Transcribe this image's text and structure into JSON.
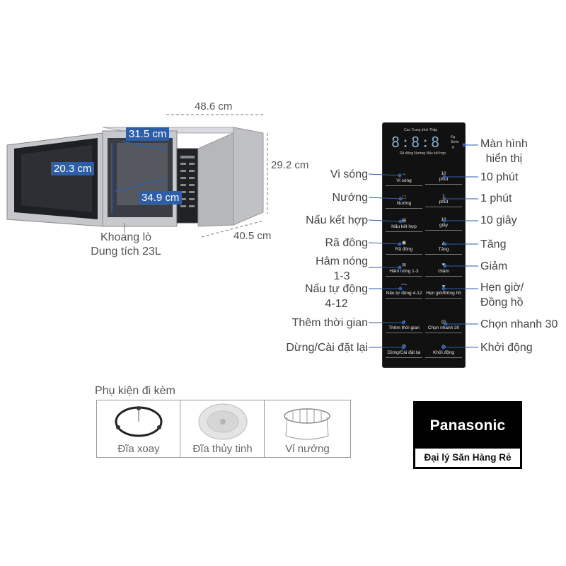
{
  "dimensions": {
    "width": "48.6 cm",
    "height": "29.2 cm",
    "depth": "40.5 cm",
    "cavity_width": "31.5 cm",
    "cavity_height": "20.3 cm",
    "cavity_depth": "34.9 cm",
    "cavity_caption_line1": "Khoang lò",
    "cavity_caption_line2": "Dung tích 23L"
  },
  "panel": {
    "display_text": "8:8:8",
    "display_top_labels": "Cao  Trung bình  Thấp",
    "display_side_label1": "Kg",
    "display_side_label2": "Serie",
    "display_side_label3": "g",
    "display_bottom_labels": "Rã đông  Nướng  Nấu kết hợp",
    "buttons_left": [
      {
        "label": "Vi sóng",
        "icon": "~"
      },
      {
        "label": "Nướng",
        "icon": "□"
      },
      {
        "label": "Nấu kết hợp",
        "icon": "⊞"
      },
      {
        "label": "Rã đông",
        "icon": "✱"
      },
      {
        "label": "Hâm nóng 1-3",
        "icon": "≋"
      },
      {
        "label": "Nấu tự động 4-12",
        "icon": "⌒"
      },
      {
        "label": "Thêm thời gian",
        "icon": "◔"
      },
      {
        "label": "Dừng/Cài đặt lại",
        "icon": "⊘"
      }
    ],
    "buttons_right": [
      {
        "label": "10\nphút",
        "icon": ""
      },
      {
        "label": "1\nphút",
        "icon": ""
      },
      {
        "label": "10\ngiây",
        "icon": ""
      },
      {
        "label": "Tăng",
        "icon": "▲"
      },
      {
        "label": "Giảm",
        "icon": "▼"
      },
      {
        "label": "Hẹn giờ/Đồng hồ",
        "icon": "⧗"
      },
      {
        "label": "Chọn nhanh 30",
        "icon": "◎"
      },
      {
        "label": "Khởi động",
        "icon": "◈"
      }
    ]
  },
  "callouts_left": [
    "Vi sóng",
    "Nướng",
    "Nấu kết hợp",
    "Rã đông",
    "Hâm nóng\n1-3",
    "Nấu tự động\n4-12",
    "Thêm thời gian",
    "Dừng/Cài đặt lại"
  ],
  "callouts_right": [
    "Màn hình\nhiển thị",
    "10 phút",
    "1 phút",
    "10 giây",
    "Tăng",
    "Giảm",
    "Hẹn giờ/\nĐồng hồ",
    "Chọn nhanh 30",
    "Khởi động"
  ],
  "accessories": {
    "title": "Phụ kiện đi kèm",
    "items": [
      "Đĩa xoay",
      "Đĩa thủy tinh",
      "Vỉ nướng"
    ]
  },
  "brand": {
    "logo": "Panasonic",
    "dealer": "Đại lý Săn Hàng Rẻ"
  },
  "colors": {
    "accent_blue": "#2f5ea8",
    "panel_black": "#111111",
    "leader_line": "#2f5ea8"
  }
}
